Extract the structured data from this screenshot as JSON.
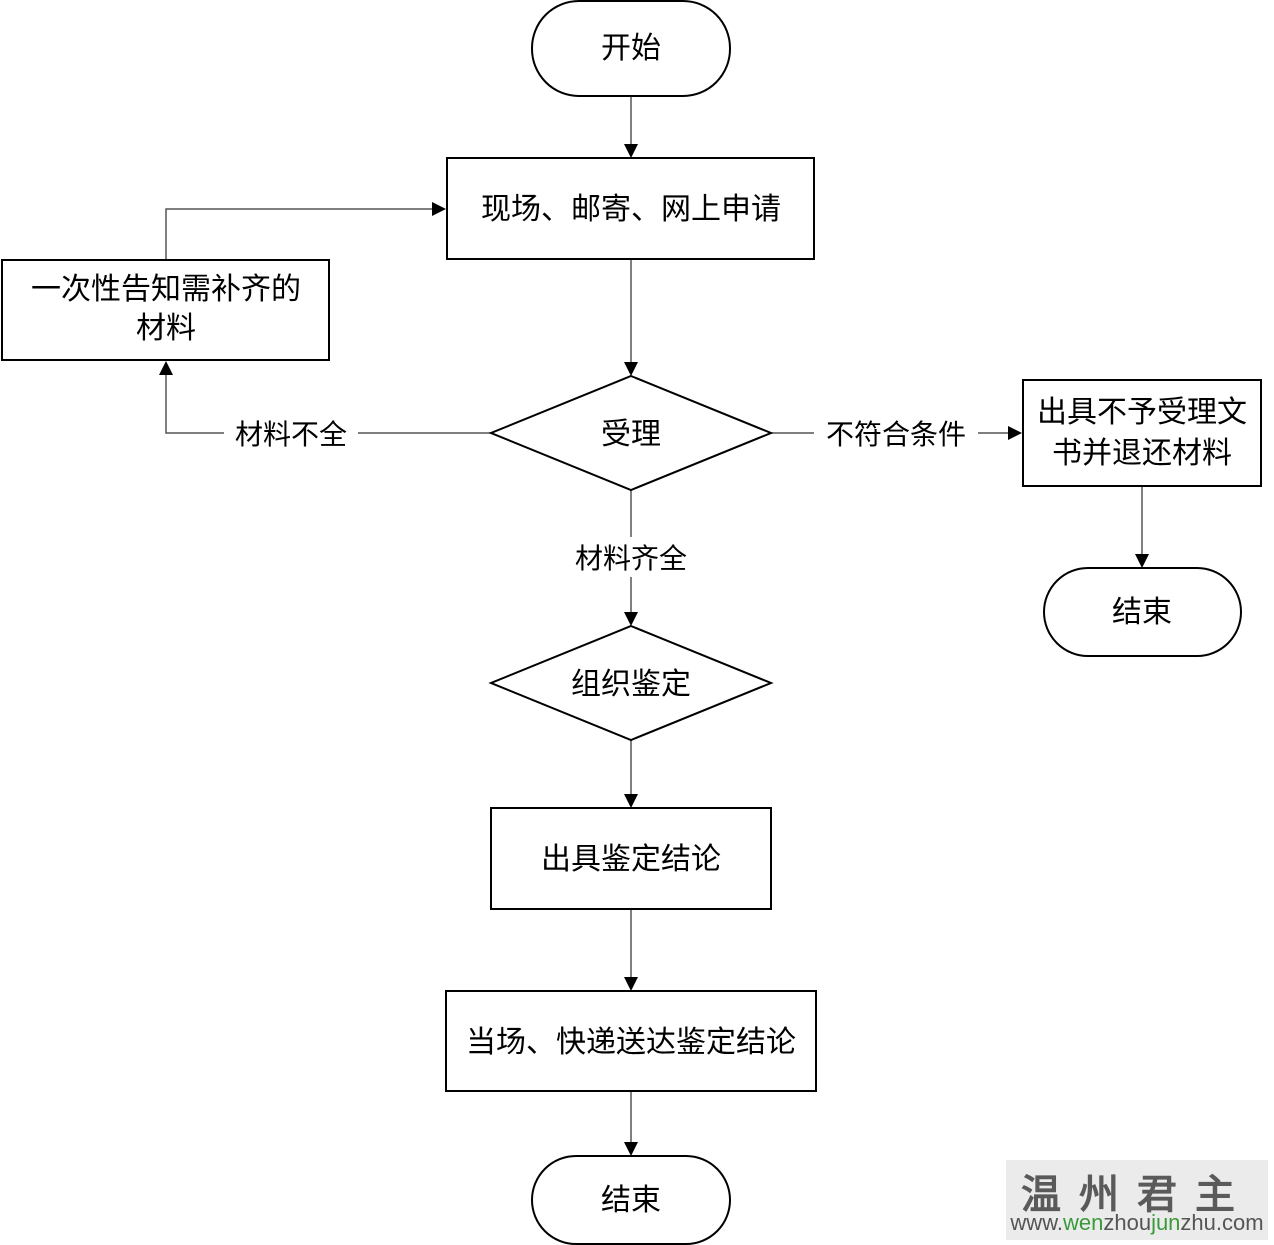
{
  "nodes": {
    "start": {
      "label": "开始",
      "type": "terminal"
    },
    "apply": {
      "label": "现场、邮寄、网上申请",
      "type": "process"
    },
    "notify": {
      "lines": [
        "一次性告知需补齐的",
        "材料"
      ],
      "type": "process"
    },
    "accept": {
      "label": "受理",
      "type": "decision"
    },
    "reject": {
      "lines": [
        "出具不予受理文",
        "书并退还材料"
      ],
      "type": "process"
    },
    "end_right": {
      "label": "结束",
      "type": "terminal"
    },
    "organize": {
      "label": "组织鉴定",
      "type": "decision"
    },
    "conclusion": {
      "label": "出具鉴定结论",
      "type": "process"
    },
    "deliver": {
      "label": "当场、快递送达鉴定结论",
      "type": "process"
    },
    "end_bottom": {
      "label": "结束",
      "type": "terminal"
    }
  },
  "edges": {
    "incomplete": {
      "label": "材料不全"
    },
    "ineligible": {
      "label": "不符合条件"
    },
    "complete": {
      "label": "材料齐全"
    }
  },
  "watermark": {
    "title": "温州君主",
    "url_parts": [
      "www.",
      "wen",
      "zhou",
      "jun",
      "zhu.com"
    ]
  }
}
